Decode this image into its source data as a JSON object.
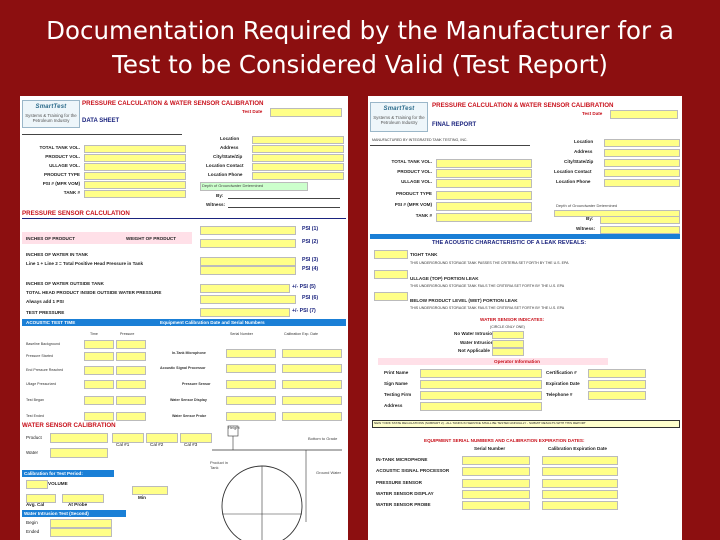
{
  "slide": {
    "title_line1": "Documentation Required by the Manufacturer for a",
    "title_line2": "Test to be Considered Valid (Test Report)"
  },
  "left_doc": {
    "logo_top": "SmartTest",
    "logo_bottom": "Systems & Training for the Petroleum Industry",
    "heading": "PRESSURE CALCULATION & WATER SENSOR CALIBRATION",
    "test_date": "Test Date",
    "sheet_title": "DATA SHEET",
    "header_right_labels": [
      "Location",
      "Address",
      "City/State/Zip",
      "Location Contact",
      "Location Phone"
    ],
    "tank_rows": [
      "TOTAL TANK VOL.",
      "PRODUCT VOL.",
      "ULLAGE VOL.",
      "PRODUCT TYPE",
      "PSI # (MFR VOM)",
      "TANK #"
    ],
    "tank_right_labels": [
      "By:",
      "Witness:"
    ],
    "depth_caption": "Depth of Groundwater Determined",
    "psi_section": "PRESSURE SENSOR CALCULATION",
    "psi_rows": [
      {
        "label": "INCHES OF PRODUCT",
        "mid": "WEIGHT OF PRODUCT",
        "result": "PSI (1)"
      },
      {
        "label": "",
        "mid": "",
        "result": "PSI (2)"
      },
      {
        "label": "INCHES OF WATER IN TANK",
        "mid": "",
        "result": "PSI (3)"
      },
      {
        "label": "Line 1 + Line 2 = Total Positive Head Pressure in Tank",
        "mid": "",
        "result": "PSI (4)"
      },
      {
        "label": "INCHES OF WATER OUTSIDE TANK",
        "mid": "",
        "result": "+/- PSI (5)"
      },
      {
        "label": "TOTAL HEAD PRODUCT INSIDE OUTSIDE WATER PRESSURE",
        "mid": "",
        "result": "PSI (6)"
      },
      {
        "label": "Always add 1 PSI",
        "mid": "",
        "result": "+/- PSI (7)"
      }
    ],
    "test_pressure": "TEST PRESSURE",
    "acoustic_section": "ACOUSTIC TEST TIME",
    "equipment_section": "Equipment Calibration Date and Serial Numbers",
    "equipment_cols": [
      "Serial Number",
      "Calibration Exp. Date"
    ],
    "time_cols": [
      "Time",
      "Pressure"
    ],
    "time_rows": [
      "Baseline Background",
      "Pressure Started",
      "End Pressure Reached",
      "Ullage Pressurized",
      "Test Began",
      "Test Ended"
    ],
    "equipment_rows": [
      "In-Tank Microphone",
      "Acoustic Signal Processor",
      "Pressure Sensor",
      "Water Sensor Display",
      "Water Sensor Probe"
    ],
    "water_section": "WATER SENSOR CALIBRATION",
    "water_labels": [
      "Product",
      "Water"
    ],
    "cal_labels": [
      "Cal #1",
      "Cal #2",
      "Cal #3"
    ],
    "diagram_labels": [
      "Height",
      "Bottom to Grade",
      "Product in Tank",
      "Ground Water"
    ],
    "calibration_for_test": "Calibration for Test Period:",
    "volume_label": "VOLUME",
    "avg_cal": "Avg. Cal",
    "at_probe": "At Probe",
    "min_label": "Min",
    "intrusion_label": "Water Intrusion Test (Second)",
    "footer_rows": [
      "Begin",
      "Ended"
    ]
  },
  "right_doc": {
    "logo_top": "SmartTest",
    "logo_bottom": "Systems & Training for the Petroleum Industry",
    "heading": "PRESSURE CALCULATION & WATER SENSOR CALIBRATION",
    "test_date": "Test Date",
    "report_title": "FINAL REPORT",
    "header_note": "MANUFACTURED BY INTEGRATED TANK TESTING, INC.",
    "header_right_labels": [
      "Location",
      "Address",
      "City/State/Zip",
      "Location Contact",
      "Location Phone"
    ],
    "tank_rows": [
      "TOTAL TANK VOL.",
      "PRODUCT VOL.",
      "ULLAGE VOL.",
      "PRODUCT TYPE",
      "PSI # (MFR VOM)",
      "TANK #"
    ],
    "tank_right_labels": [
      "By:",
      "Witness:"
    ],
    "depth_caption": "Depth of Groundwater Determined",
    "acoustic_reveal": "THE ACOUSTIC CHARACTERISTIC OF A LEAK REVEALS:",
    "reveal_items": [
      {
        "title": "TIGHT TANK",
        "desc": "THIS UNDERGROUND STORAGE TANK PASSES THE CRITERIA SET FORTH BY THE U.S. EPA"
      },
      {
        "title": "ULLAGE (TOP) PORTION LEAK",
        "desc": "THIS UNDERGROUND STORAGE TANK FAILS THE CRITERIA SET FORTH BY THE U.S. EPA"
      },
      {
        "title": "BELOW PRODUCT LEVEL (WET) PORTION LEAK",
        "desc": "THIS UNDERGROUND STORAGE TANK FAILS THE CRITERIA SET FORTH BY THE U.S. EPA"
      }
    ],
    "water_indicates": "WATER SENSOR INDICATES:",
    "water_indicates_sub": "(CIRCLE ONLY ONE)",
    "water_options": [
      "No Water Intrusion",
      "Water Intrusion",
      "Not Applicable"
    ],
    "operator_info": "Operator Information",
    "operator_left": [
      "Print Name",
      "Sign Name",
      "Testing Firm",
      "Address"
    ],
    "operator_right": [
      "Certification #",
      "Expiration Date",
      "Telephone #"
    ],
    "epa_note": "NEW YORK STATE REGULATIONS (SUBPART 2) - ALL TANKS IN SERVICE SHALL BE TESTED ANNUALLY - SUBMIT RESULTS WITH THIS REPORT",
    "equipment_section": "EQUIPMENT SERIAL NUMBERS AND CALIBRATION EXPIRATION DATES:",
    "equipment_cols": [
      "Serial Number",
      "Calibration Expiration Date"
    ],
    "equipment_rows": [
      "IN-TANK MICROPHONE",
      "ACOUSTIC SIGNAL PROCESSOR",
      "PRESSURE SENSOR",
      "WATER SENSOR DISPLAY",
      "WATER SENSOR PROBE"
    ]
  }
}
